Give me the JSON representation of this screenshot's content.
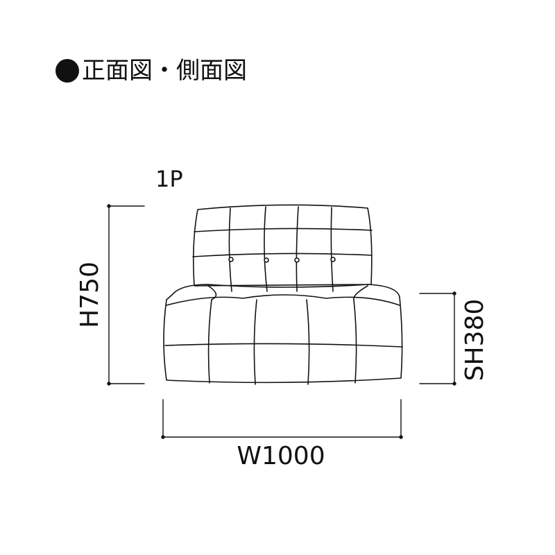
{
  "title": {
    "bullet_icon": "filled-circle",
    "text": "正面図・側面図"
  },
  "model": "1P",
  "dimensions": {
    "height": "H750",
    "seat_height": "SH380",
    "width": "W1000"
  },
  "colors": {
    "line": "#111111",
    "background": "#ffffff"
  }
}
